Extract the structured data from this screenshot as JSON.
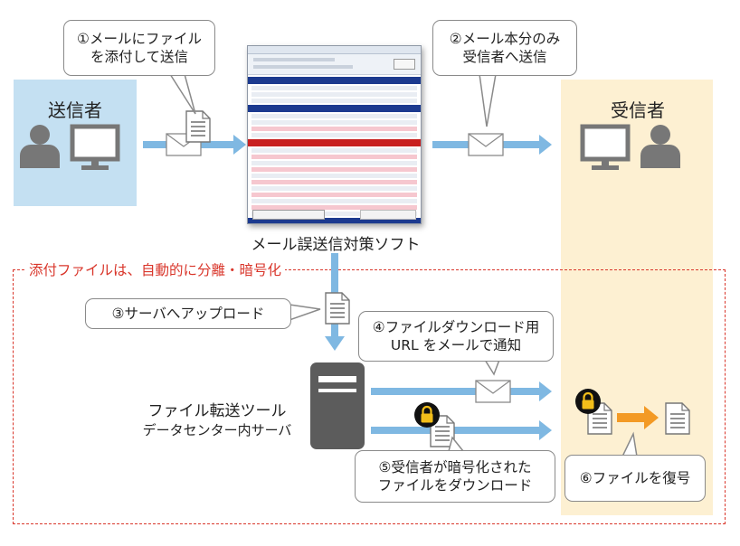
{
  "sender": {
    "title": "送信者"
  },
  "receiver": {
    "title": "受信者"
  },
  "bubbles": {
    "step1": [
      "①メールにファイル",
      "を添付して送信"
    ],
    "step2": [
      "②メール本分のみ",
      "受信者へ送信"
    ],
    "step3": "③サーバへアップロード",
    "step4": [
      "④ファイルダウンロード用",
      "URL をメールで通知"
    ],
    "step5": [
      "⑤受信者が暗号化された",
      "ファイルをダウンロード"
    ],
    "step6": "⑥ファイルを復号"
  },
  "software_label": "メール誤送信対策ソフト",
  "dashed_label": "添付ファイルは、自動的に分離・暗号化",
  "server_label": [
    "ファイル転送ツール",
    "データセンター内サーバ"
  ],
  "colors": {
    "arrow_blue": "#7fb8e2",
    "arrow_orange": "#f39a25",
    "dashed_red": "#d9362b",
    "icon_gray": "#777777",
    "server_gray": "#5c5c5c",
    "lock": "#f2be1a"
  }
}
